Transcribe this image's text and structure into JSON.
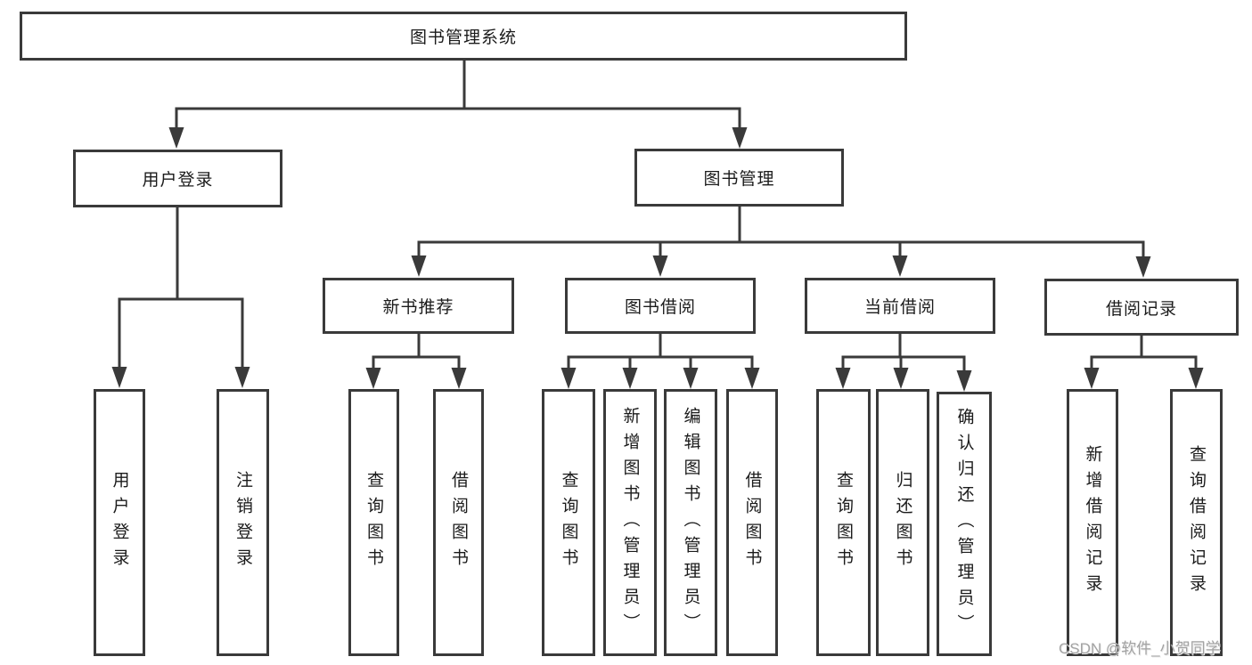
{
  "colors": {
    "line": "#3a3a3a",
    "text": "#1b1b1b",
    "background": "#ffffff",
    "watermark": "#a3a3a3"
  },
  "watermark": {
    "text": "CSDN @软件_小贺同学"
  },
  "tree": {
    "label": "图书管理系统",
    "children": [
      {
        "label": "用户登录",
        "children": [
          {
            "label": "用户登录"
          },
          {
            "label": "注销登录"
          }
        ]
      },
      {
        "label": "图书管理",
        "children": [
          {
            "label": "新书推荐",
            "children": [
              {
                "label": "查询图书"
              },
              {
                "label": "借阅图书"
              }
            ]
          },
          {
            "label": "图书借阅",
            "children": [
              {
                "label": "查询图书"
              },
              {
                "label": "新增图书（管理员）"
              },
              {
                "label": "编辑图书（管理员）"
              },
              {
                "label": "借阅图书"
              }
            ]
          },
          {
            "label": "当前借阅",
            "children": [
              {
                "label": "查询图书"
              },
              {
                "label": "归还图书"
              },
              {
                "label": "确认归还（管理员）"
              }
            ]
          },
          {
            "label": "借阅记录",
            "children": [
              {
                "label": "新增借阅记录"
              },
              {
                "label": "查询借阅记录"
              }
            ]
          }
        ]
      }
    ]
  }
}
